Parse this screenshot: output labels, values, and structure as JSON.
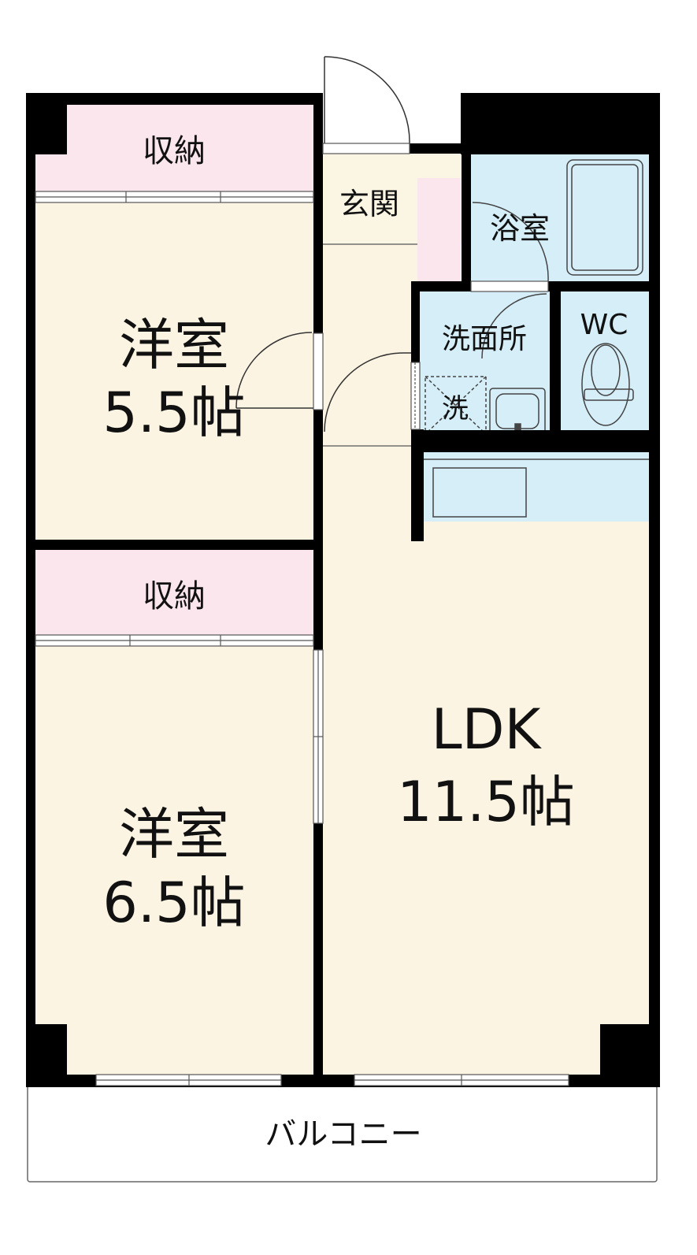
{
  "floorplan": {
    "rooms": {
      "western1": {
        "name": "洋室",
        "size": "5.5帖"
      },
      "western2": {
        "name": "洋室",
        "size": "6.5帖"
      },
      "ldk": {
        "name": "LDK",
        "size": "11.5帖"
      },
      "storage1": "収納",
      "storage2": "収納",
      "entrance": "玄関",
      "bath": "浴室",
      "washroom": "洗面所",
      "washer": "洗",
      "wc": "WC",
      "balcony": "バルコニー"
    },
    "colors": {
      "wall": "#000000",
      "room_floor": "#fcf4e2",
      "storage": "#fbe6ee",
      "wet_area": "#d5eef8",
      "entrance": "#fbf5e4",
      "balcony": "#ffffff",
      "fixture_stroke": "#333333"
    }
  }
}
